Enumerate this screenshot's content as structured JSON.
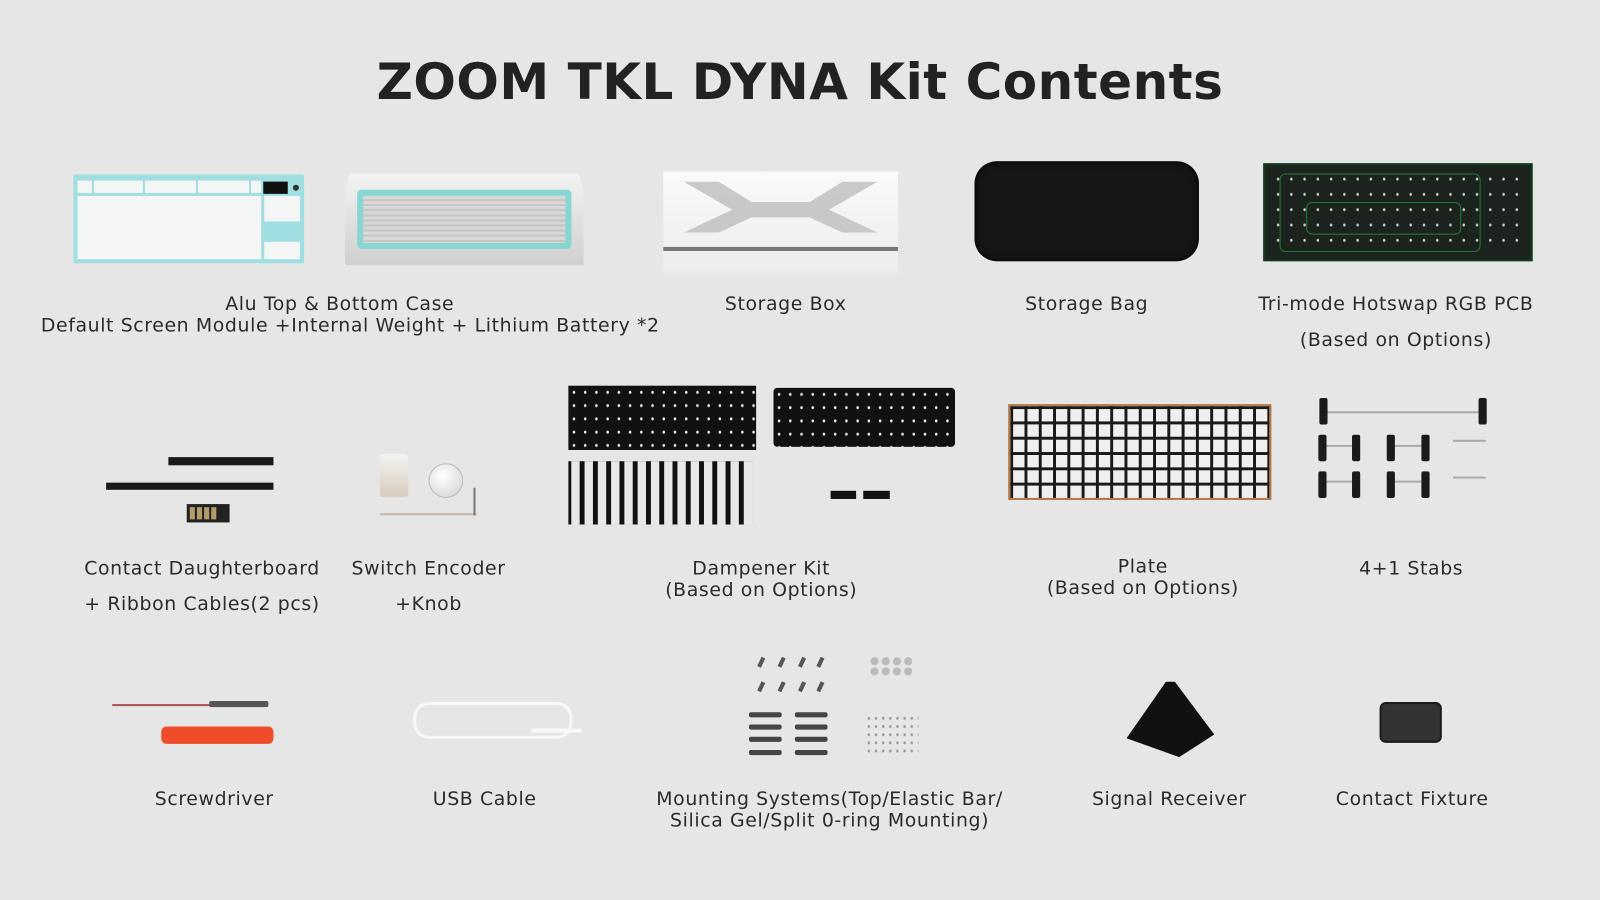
{
  "title": "ZOOM TKL DYNA Kit Contents",
  "items": [
    {
      "name": "alu-case",
      "lines": [
        "Alu Top & Bottom Case",
        "Default Screen Module +Internal Weight + Lithium Battery *2"
      ]
    },
    {
      "name": "storage-box",
      "lines": [
        "Storage Box"
      ]
    },
    {
      "name": "storage-bag",
      "lines": [
        "Storage Bag"
      ]
    },
    {
      "name": "pcb",
      "lines": [
        "Tri-mode Hotswap RGB PCB",
        "(Based on Options)"
      ]
    },
    {
      "name": "daughterboard",
      "lines": [
        "Contact Daughterboard",
        "+ Ribbon Cables(2 pcs)"
      ]
    },
    {
      "name": "switch-encoder",
      "lines": [
        "Switch Encoder",
        "+Knob"
      ]
    },
    {
      "name": "dampener-kit",
      "lines": [
        "Dampener Kit",
        "(Based on Options)"
      ]
    },
    {
      "name": "plate",
      "lines": [
        "Plate",
        "(Based on Options)"
      ]
    },
    {
      "name": "stabs",
      "lines": [
        "4+1 Stabs"
      ]
    },
    {
      "name": "screwdriver",
      "lines": [
        "Screwdriver"
      ]
    },
    {
      "name": "usb-cable",
      "lines": [
        "USB Cable"
      ]
    },
    {
      "name": "mounting-systems",
      "lines": [
        "Mounting Systems(Top/Elastic Bar/",
        "Silica Gel/Split 0-ring Mounting)"
      ]
    },
    {
      "name": "signal-receiver",
      "lines": [
        "Signal Receiver"
      ]
    },
    {
      "name": "contact-fixture",
      "lines": [
        "Contact Fixture"
      ]
    }
  ],
  "colors": {
    "background": "#e6e6e6",
    "case_accent": "#9fdfe2",
    "screwdriver_handle": "#ef4d2a",
    "plate_edge": "#b37a4c"
  }
}
